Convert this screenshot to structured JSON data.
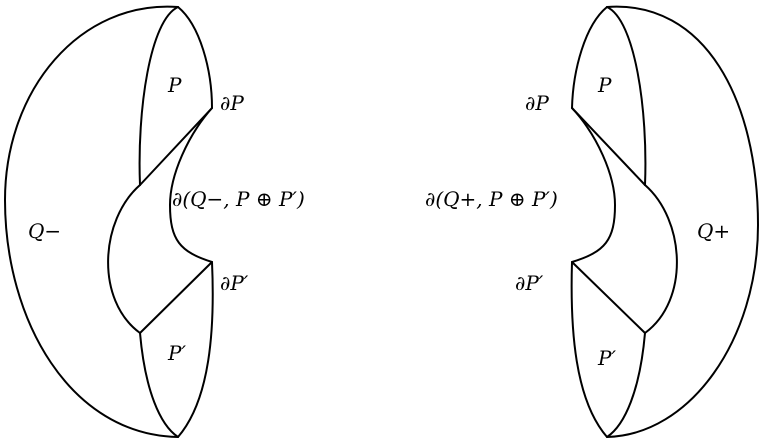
{
  "labels": {
    "left_P": "P",
    "left_boundary_P": "∂P",
    "left_boundary_mid": "∂(Q−, P ⊕ P′)",
    "left_boundary_Pprime": "∂P′",
    "left_Pprime": "P′",
    "left_Q": "Q−",
    "right_P": "P",
    "right_boundary_P": "∂P",
    "right_boundary_mid": "∂(Q+, P ⊕ P′)",
    "right_boundary_Pprime": "∂P′",
    "right_Pprime": "P′",
    "right_Q": "Q+"
  }
}
